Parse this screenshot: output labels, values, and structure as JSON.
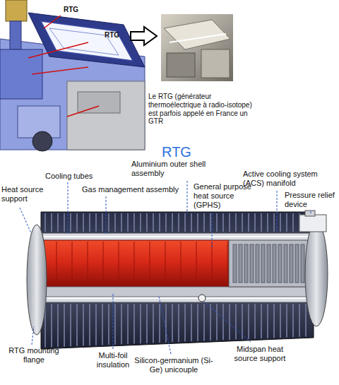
{
  "diagram": {
    "title": "RTG",
    "labels": [
      "RTG",
      "RTG",
      "Le RTG (générateur thermoélectrique à radio-isotope) est parfois appelé en France un GTR",
      "Heat source support",
      "Cooling tubes",
      "Gas management assembly",
      "Aluminium outer shell assembly",
      "General purpose heat source (GPHS)",
      "Active cooling system (ACS) manifold",
      "Pressure relief device",
      "RTG mounting flange",
      "Multi-foil insulation",
      "Silicon-germanium (Si-Ge) unicouple",
      "Midspan heat source support"
    ]
  }
}
